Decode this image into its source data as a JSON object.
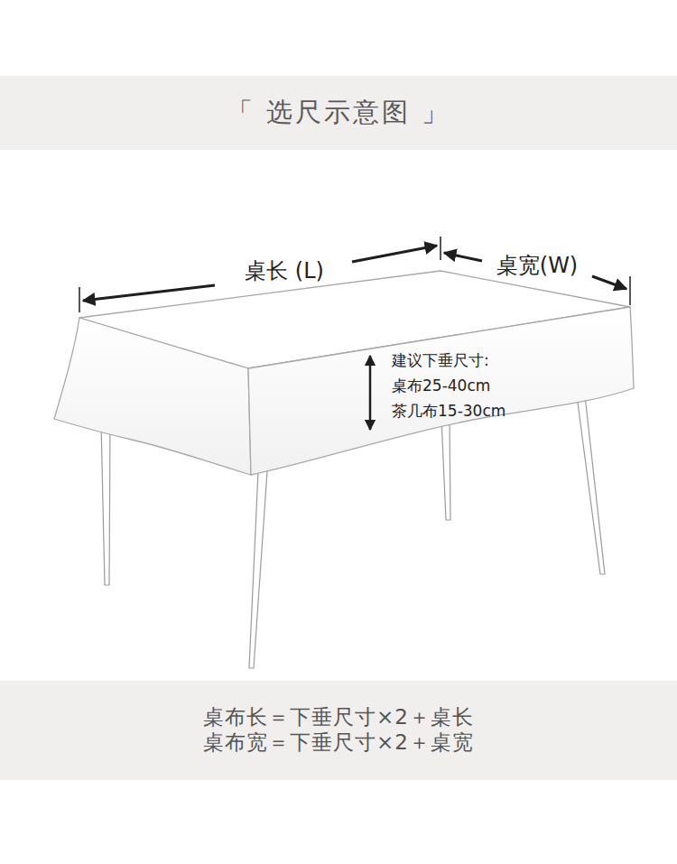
{
  "diagram": {
    "title": "「 选尺示意图 」",
    "labels": [
      "桌长 (L)",
      "桌宽(W)",
      "建议下垂尺寸:",
      "桌布25-40cm",
      "茶几布15-30cm",
      "桌布长＝下垂尺寸×2＋桌长",
      "桌布宽＝下垂尺寸×2＋桌宽"
    ]
  }
}
